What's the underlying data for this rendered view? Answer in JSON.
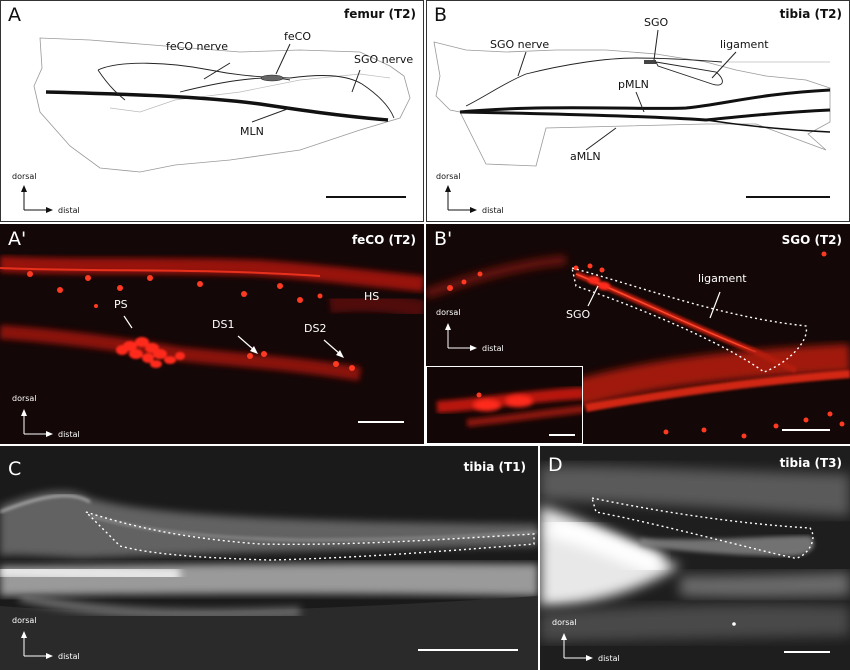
{
  "panels": {
    "A": {
      "letter": "A",
      "title": "femur (T2)",
      "labels": {
        "fecon": "feCO nerve",
        "feco": "feCO",
        "sgon": "SGO nerve",
        "mln": "MLN"
      }
    },
    "B": {
      "letter": "B",
      "title": "tibia (T2)",
      "labels": {
        "sgo": "SGO",
        "sgon": "SGO nerve",
        "lig": "ligament",
        "pmln": "pMLN",
        "amln": "aMLN"
      }
    },
    "A2": {
      "letter": "A'",
      "title": "feCO (T2)",
      "labels": {
        "ps": "PS",
        "hs": "HS",
        "ds1": "DS1",
        "ds2": "DS2"
      }
    },
    "B2": {
      "letter": "B'",
      "title": "SGO (T2)",
      "labels": {
        "sgo": "SGO",
        "lig": "ligament"
      }
    },
    "C": {
      "letter": "C",
      "title": "tibia (T1)"
    },
    "D": {
      "letter": "D",
      "title": "tibia (T3)"
    }
  },
  "axis": {
    "dorsal": "dorsal",
    "distal": "distal"
  },
  "colors": {
    "fluorescence": "#ff2a1a",
    "background_dark": "#140707",
    "grayscale_bg": "#1a1a1a",
    "line_art": "#111111"
  }
}
